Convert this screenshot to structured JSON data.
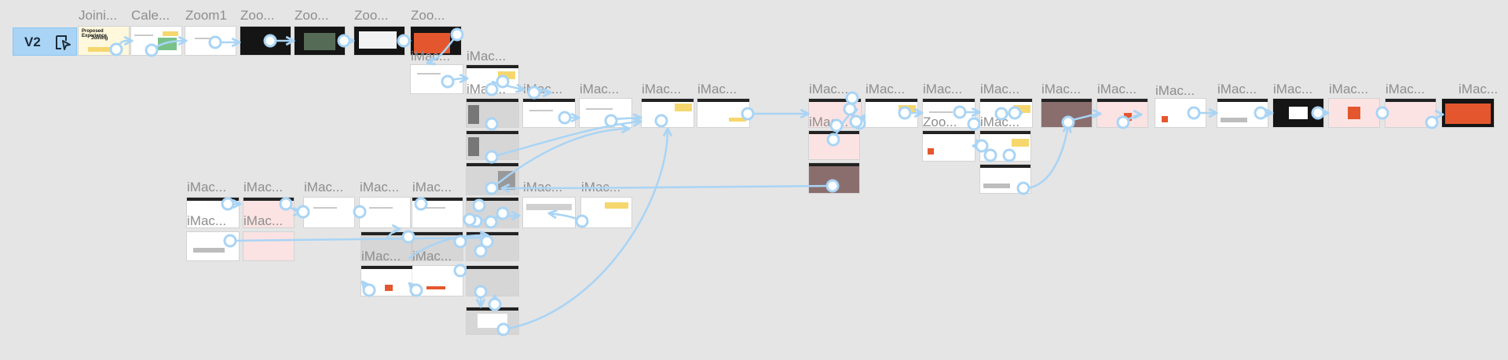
{
  "prototype": {
    "flow_name": "V2",
    "play_icon": "play-prototype-icon",
    "link_color": "#a9d4f5",
    "start_frame_texts": [
      "Proposed Experience",
      "Joining"
    ]
  },
  "frame_labels": [
    "Joini...",
    "Cale...",
    "Zoom1",
    "Zoo...",
    "Zoo...",
    "Zoo...",
    "Zoo...",
    "iMac...",
    "iMac...",
    "iMac...",
    "iMac...",
    "iMac...",
    "iMac...",
    "iMac...",
    "iMac...",
    "iMac...",
    "iMac...",
    "iMac...",
    "iMac...",
    "iMac...",
    "iMac...",
    "iMac...",
    "iMac...",
    "iMac...",
    "iMac...",
    "iMac...",
    "iMac...",
    "Zoo...",
    "iMac...",
    "iMac...",
    "iMac...",
    "iMac...",
    "iMac...",
    "iMac...",
    "iMac...",
    "iMac...",
    "iMac...",
    "iMac...",
    "iMac...",
    "iMac...",
    "iMac..."
  ]
}
